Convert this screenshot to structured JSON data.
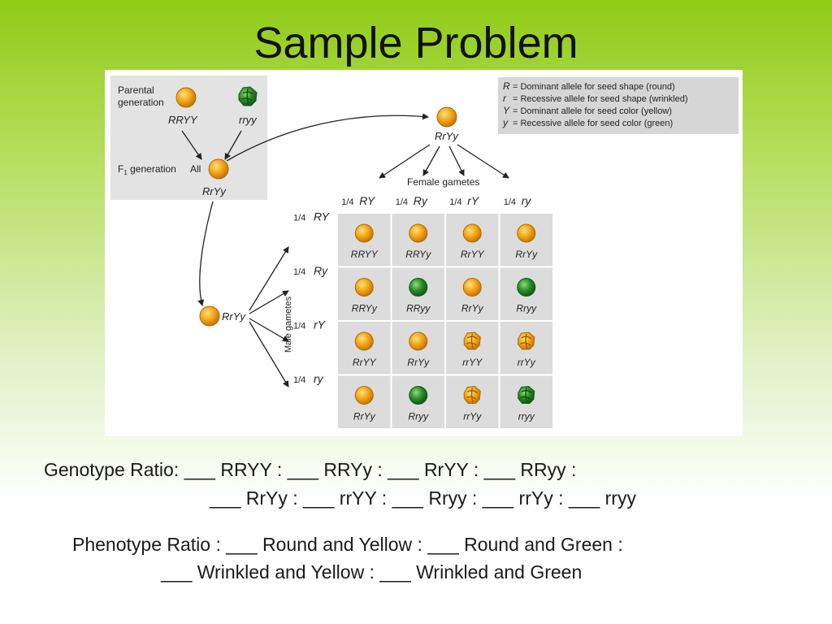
{
  "slide": {
    "title": "Sample Problem"
  },
  "figure": {
    "parental_label_line1": "Parental",
    "parental_label_line2": "generation",
    "parent1_genotype": "RRYY",
    "parent2_genotype": "rryy",
    "f1_label": "F",
    "f1_subscript": "1",
    "f1_label_rest": " generation",
    "f1_all": "All",
    "f1_genotype": "RrYy",
    "female_plant_genotype": "RrYy",
    "male_plant_genotype": "RrYy",
    "female_gametes_label": "Female gametes",
    "male_gametes_label": "Male gametes",
    "gamete_fraction": "1/4",
    "female_gametes": [
      "RY",
      "Ry",
      "rY",
      "ry"
    ],
    "male_gametes": [
      "RY",
      "Ry",
      "rY",
      "ry"
    ],
    "legend": [
      {
        "symbol": "R",
        "text": "= Dominant allele for seed shape (round)"
      },
      {
        "symbol": "r",
        "text": "= Recessive allele for seed shape (wrinkled)"
      },
      {
        "symbol": "Y",
        "text": "= Dominant allele for seed color (yellow)"
      },
      {
        "symbol": "y",
        "text": "= Recessive allele for seed color (green)"
      }
    ],
    "grid": [
      [
        "RRYY",
        "RRYy",
        "RrYY",
        "RrYy"
      ],
      [
        "RRYy",
        "RRyy",
        "RrYy",
        "Rryy"
      ],
      [
        "RrYY",
        "RrYy",
        "rrYY",
        "rrYy"
      ],
      [
        "RrYy",
        "Rryy",
        "rrYy",
        "rryy"
      ]
    ],
    "colors": {
      "yellow_seed": "#f2a516",
      "green_seed": "#2a8a2a",
      "panel_gray": "#e3e3e3",
      "legend_gray": "#d6d6d6",
      "grid_cell": "#dcdcdc",
      "arrow": "#222222"
    }
  },
  "genotype_ratio": {
    "line1": "Genotype Ratio: ___ RRYY : ___ RRYy : ___ RrYY : ___ RRyy :",
    "line2": "___ RrYy : ___ rrYY : ___ Rryy : ___ rrYy : ___ rryy"
  },
  "phenotype_ratio": {
    "line1": "Phenotype Ratio : ___ Round and Yellow : ___ Round and Green :",
    "line2": "___ Wrinkled and Yellow : ___ Wrinkled and Green"
  }
}
